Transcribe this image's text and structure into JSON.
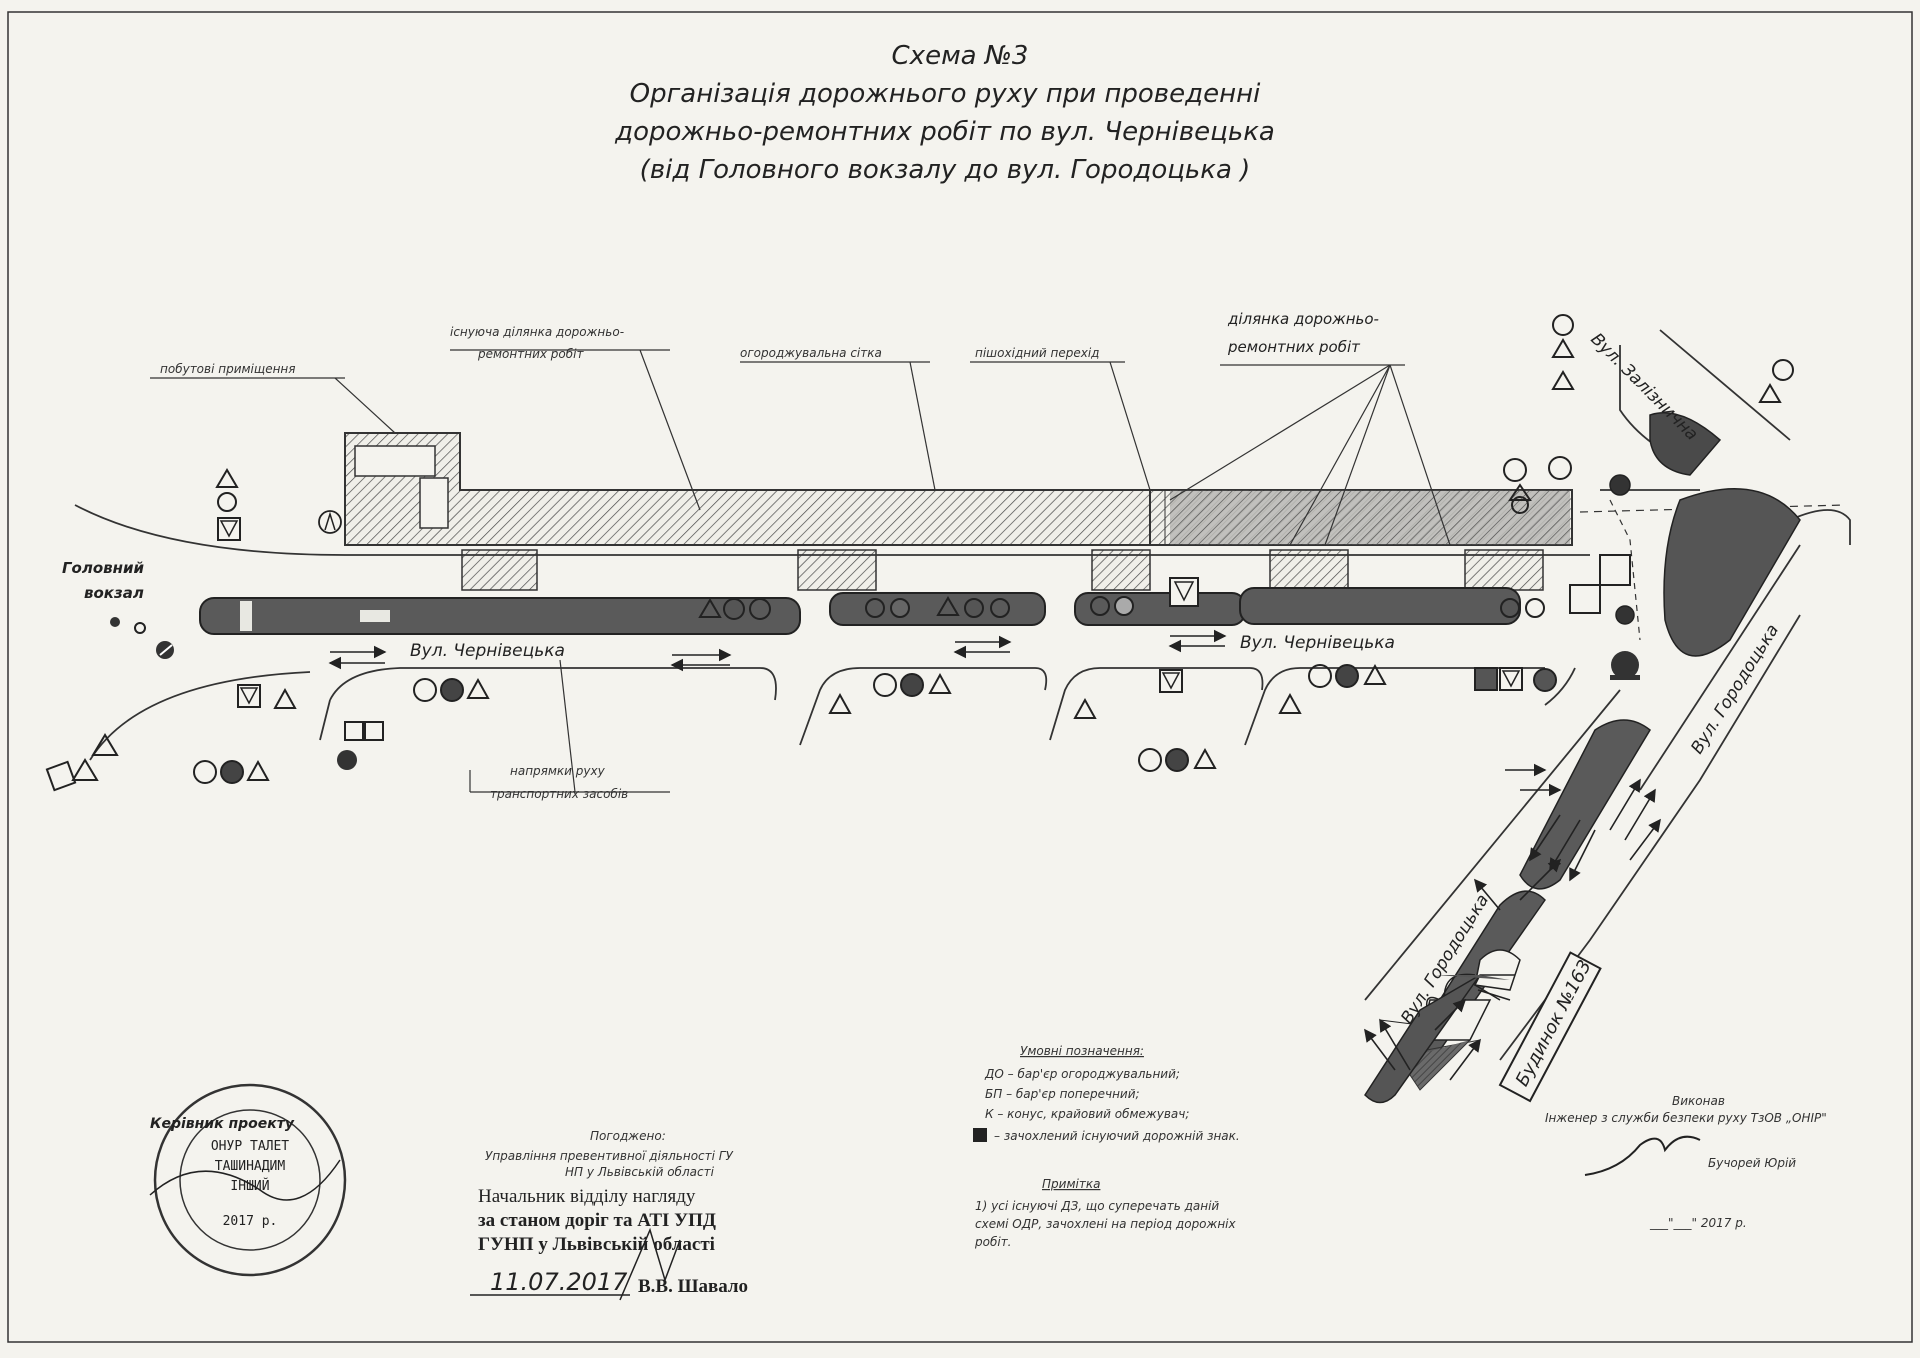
{
  "title": {
    "line1": "Схема №3",
    "line2": "Організація дорожнього руху при проведенні",
    "line3": "дорожньо-ремонтних робіт по вул. Чернівецька",
    "line4": "(від Головного вокзалу до вул. Городоцька )"
  },
  "labels": {
    "buildings": "побутові приміщення",
    "current_section_1": "існуюча ділянка дорожньо-",
    "current_section_2": "ремонтних робіт",
    "fence": "огороджувальна сітка",
    "crossing": "пішохідний перехід",
    "work_section_1": "ділянка дорожньо-",
    "work_section_2": "ремонтних робіт",
    "station_1": "Головний",
    "station_2": "вокзал",
    "street_main_1": "Вул. Чернівецька",
    "street_main_2": "Вул. Чернівецька",
    "street_railway": "Вул. Залізнична",
    "street_horodotska_1": "Вул. Городоцька",
    "street_horodotska_2": "Вул. Городоцька",
    "directions_1": "напрямки руху",
    "directions_2": "транспортних засобів",
    "house": "Будинок №163"
  },
  "legend": {
    "heading": "Умовні позначення:",
    "items": [
      "ДО – бар'єр огороджувальний;",
      "БП – бар'єр поперечний;",
      "К – конус, крайовий обмежувач;",
      "– зачохлений існуючий дорожній знак."
    ],
    "note_heading": "Примітка",
    "note_lines": [
      "1) усі існуючі ДЗ, що суперечать даній",
      "схемі ОДР, зачохлені на період дорожніх",
      "робіт."
    ]
  },
  "signatures": {
    "left_role": "Керівник проекту",
    "stamp_lines": [
      "ОНУР ТАЛЕТ",
      "ТАШИНАДИМ",
      "ІНШИЙ",
      "2017 р."
    ],
    "agreed_heading": "Погоджено:",
    "agreed_org_1": "Управління превентивної діяльності ГУ",
    "agreed_org_2": "НП у Львівській області",
    "chief_1": "Начальник відділу нагляду",
    "chief_2": "за станом доріг та АТІ УПД",
    "chief_3": "ГУНП у Львівській області",
    "date": "11.07.2017",
    "chief_name": "В.В. Шавало",
    "right_heading": "Виконав",
    "right_role": "Інженер з служби безпеки руху ТзОВ „ОНІР\"",
    "right_name": "Бучорей Юрій",
    "right_date": "___\"___\" 2017 р."
  },
  "colors": {
    "paper": "#f4f3ee",
    "ink": "#2a2a2a",
    "dark_fill": "#555555",
    "hatch": "#4a4a4a"
  },
  "icons": [
    "triangle-sign-icon",
    "circle-sign-icon",
    "no-stopping-sign-icon",
    "pedestrian-sign-icon",
    "direction-arrow-icon",
    "covered-sign-icon"
  ]
}
